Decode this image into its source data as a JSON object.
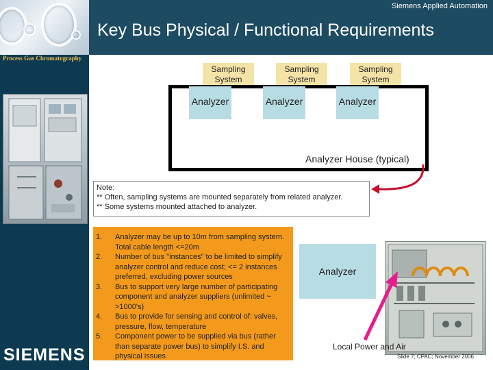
{
  "header": {
    "company": "Siemens Applied Automation",
    "title": "Key Bus Physical / Functional Requirements"
  },
  "sidebar": {
    "label": "Process Gas Chromatography",
    "logo_text": "SIEMENS"
  },
  "diagram": {
    "sampling_systems": [
      {
        "line1": "Sampling",
        "line2": "System"
      },
      {
        "line1": "Sampling",
        "line2": "System"
      },
      {
        "line1": "Sampling",
        "line2": "System"
      }
    ],
    "analyzers": [
      "Analyzer",
      "Analyzer",
      "Analyzer"
    ],
    "house_label": "Analyzer House (typical)"
  },
  "note": {
    "title": "Note:",
    "lines": [
      "** Often, sampling systems are mounted separately from related analyzer.",
      "** Some systems mounted attached to analyzer."
    ]
  },
  "requirements": [
    {
      "num": "1.",
      "text": "Analyzer may be up to 10m from sampling system.  Total cable length <=20m"
    },
    {
      "num": "2.",
      "text": "Number of bus \"instances\" to be limited to simplify analyzer control and reduce cost; <= 2 instances preferred, excluding power sources"
    },
    {
      "num": "3.",
      "text": "Bus to support very large number of participating component and analyzer suppliers (unlimited ~ >1000's)"
    },
    {
      "num": "4.",
      "text": "Bus to provide for sensing and control of: valves, pressure, flow, temperature"
    },
    {
      "num": "5.",
      "text": "Component power to be supplied via bus (rather than separate power bus) to simplify I.S. and physical issues"
    }
  ],
  "right_panel": {
    "analyzer_label": "Analyzer",
    "power_label": "Local Power and Air"
  },
  "footer": {
    "slide_info": "Slide 7;  CPAC; November 2006"
  },
  "colors": {
    "header_blue": "#1d4b62",
    "sidebar_blue": "#0d3a50",
    "sampling_fill": "#f4e3a6",
    "analyzer_fill": "#b8dce4",
    "requirements_fill": "#f39a1d",
    "arrow_red": "#c8102e",
    "arrow_magenta": "#e61e8c"
  }
}
